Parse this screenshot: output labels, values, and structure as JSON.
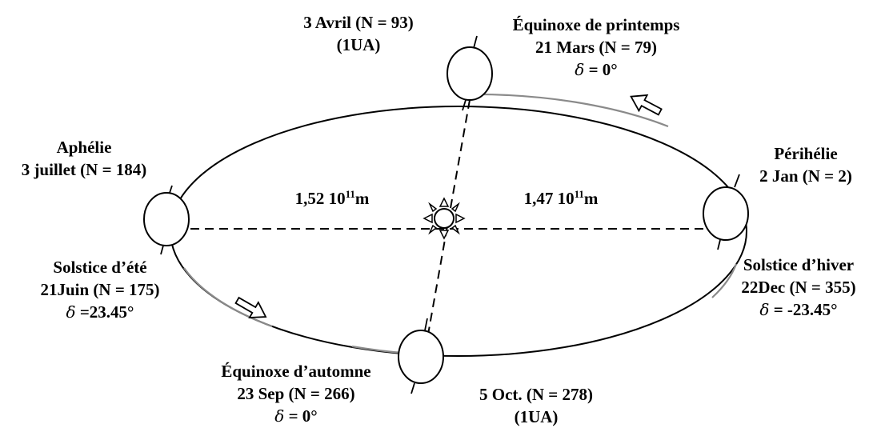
{
  "labels": {
    "perigee_top": {
      "date": "3 Avril (N = 93)",
      "distance": "(1UA)"
    },
    "spring_equinox": {
      "title": "Équinoxe de printemps",
      "date": "21 Mars (N = 79)",
      "delta_symbol": "δ",
      "delta_value": "= 0°"
    },
    "aphelion": {
      "title": "Aphélie",
      "date": "3 juillet (N = 184)"
    },
    "perihelion": {
      "title": "Périhélie",
      "date": "2 Jan (N = 2)"
    },
    "left_distance": {
      "mantissa": "1,52 10",
      "exponent": "11",
      "unit": "m"
    },
    "right_distance": {
      "mantissa": "1,47 10",
      "exponent": "11",
      "unit": "m"
    },
    "summer_solstice": {
      "title": "Solstice d’été",
      "date": "21Juin (N = 175)",
      "delta_symbol": "δ",
      "delta_value": "=23.45°"
    },
    "winter_solstice": {
      "title": "Solstice d’hiver",
      "date": "22Dec (N = 355)",
      "delta_symbol": "δ",
      "delta_value": "= -23.45°"
    },
    "autumn_equinox": {
      "title": "Équinoxe d’automne",
      "date": "23 Sep (N = 266)",
      "delta_symbol": "δ",
      "delta_value": "= 0°"
    },
    "bottom_point": {
      "date": "5 Oct. (N = 278)",
      "distance": "(1UA)"
    }
  },
  "colors": {
    "ink": "#000000",
    "orbit_light": "#8a8a8a",
    "background": "#ffffff"
  },
  "icons": {
    "sun": "sun-icon",
    "earth": "earth-circle-icon",
    "direction": "orbit-direction-arrow-icon"
  }
}
